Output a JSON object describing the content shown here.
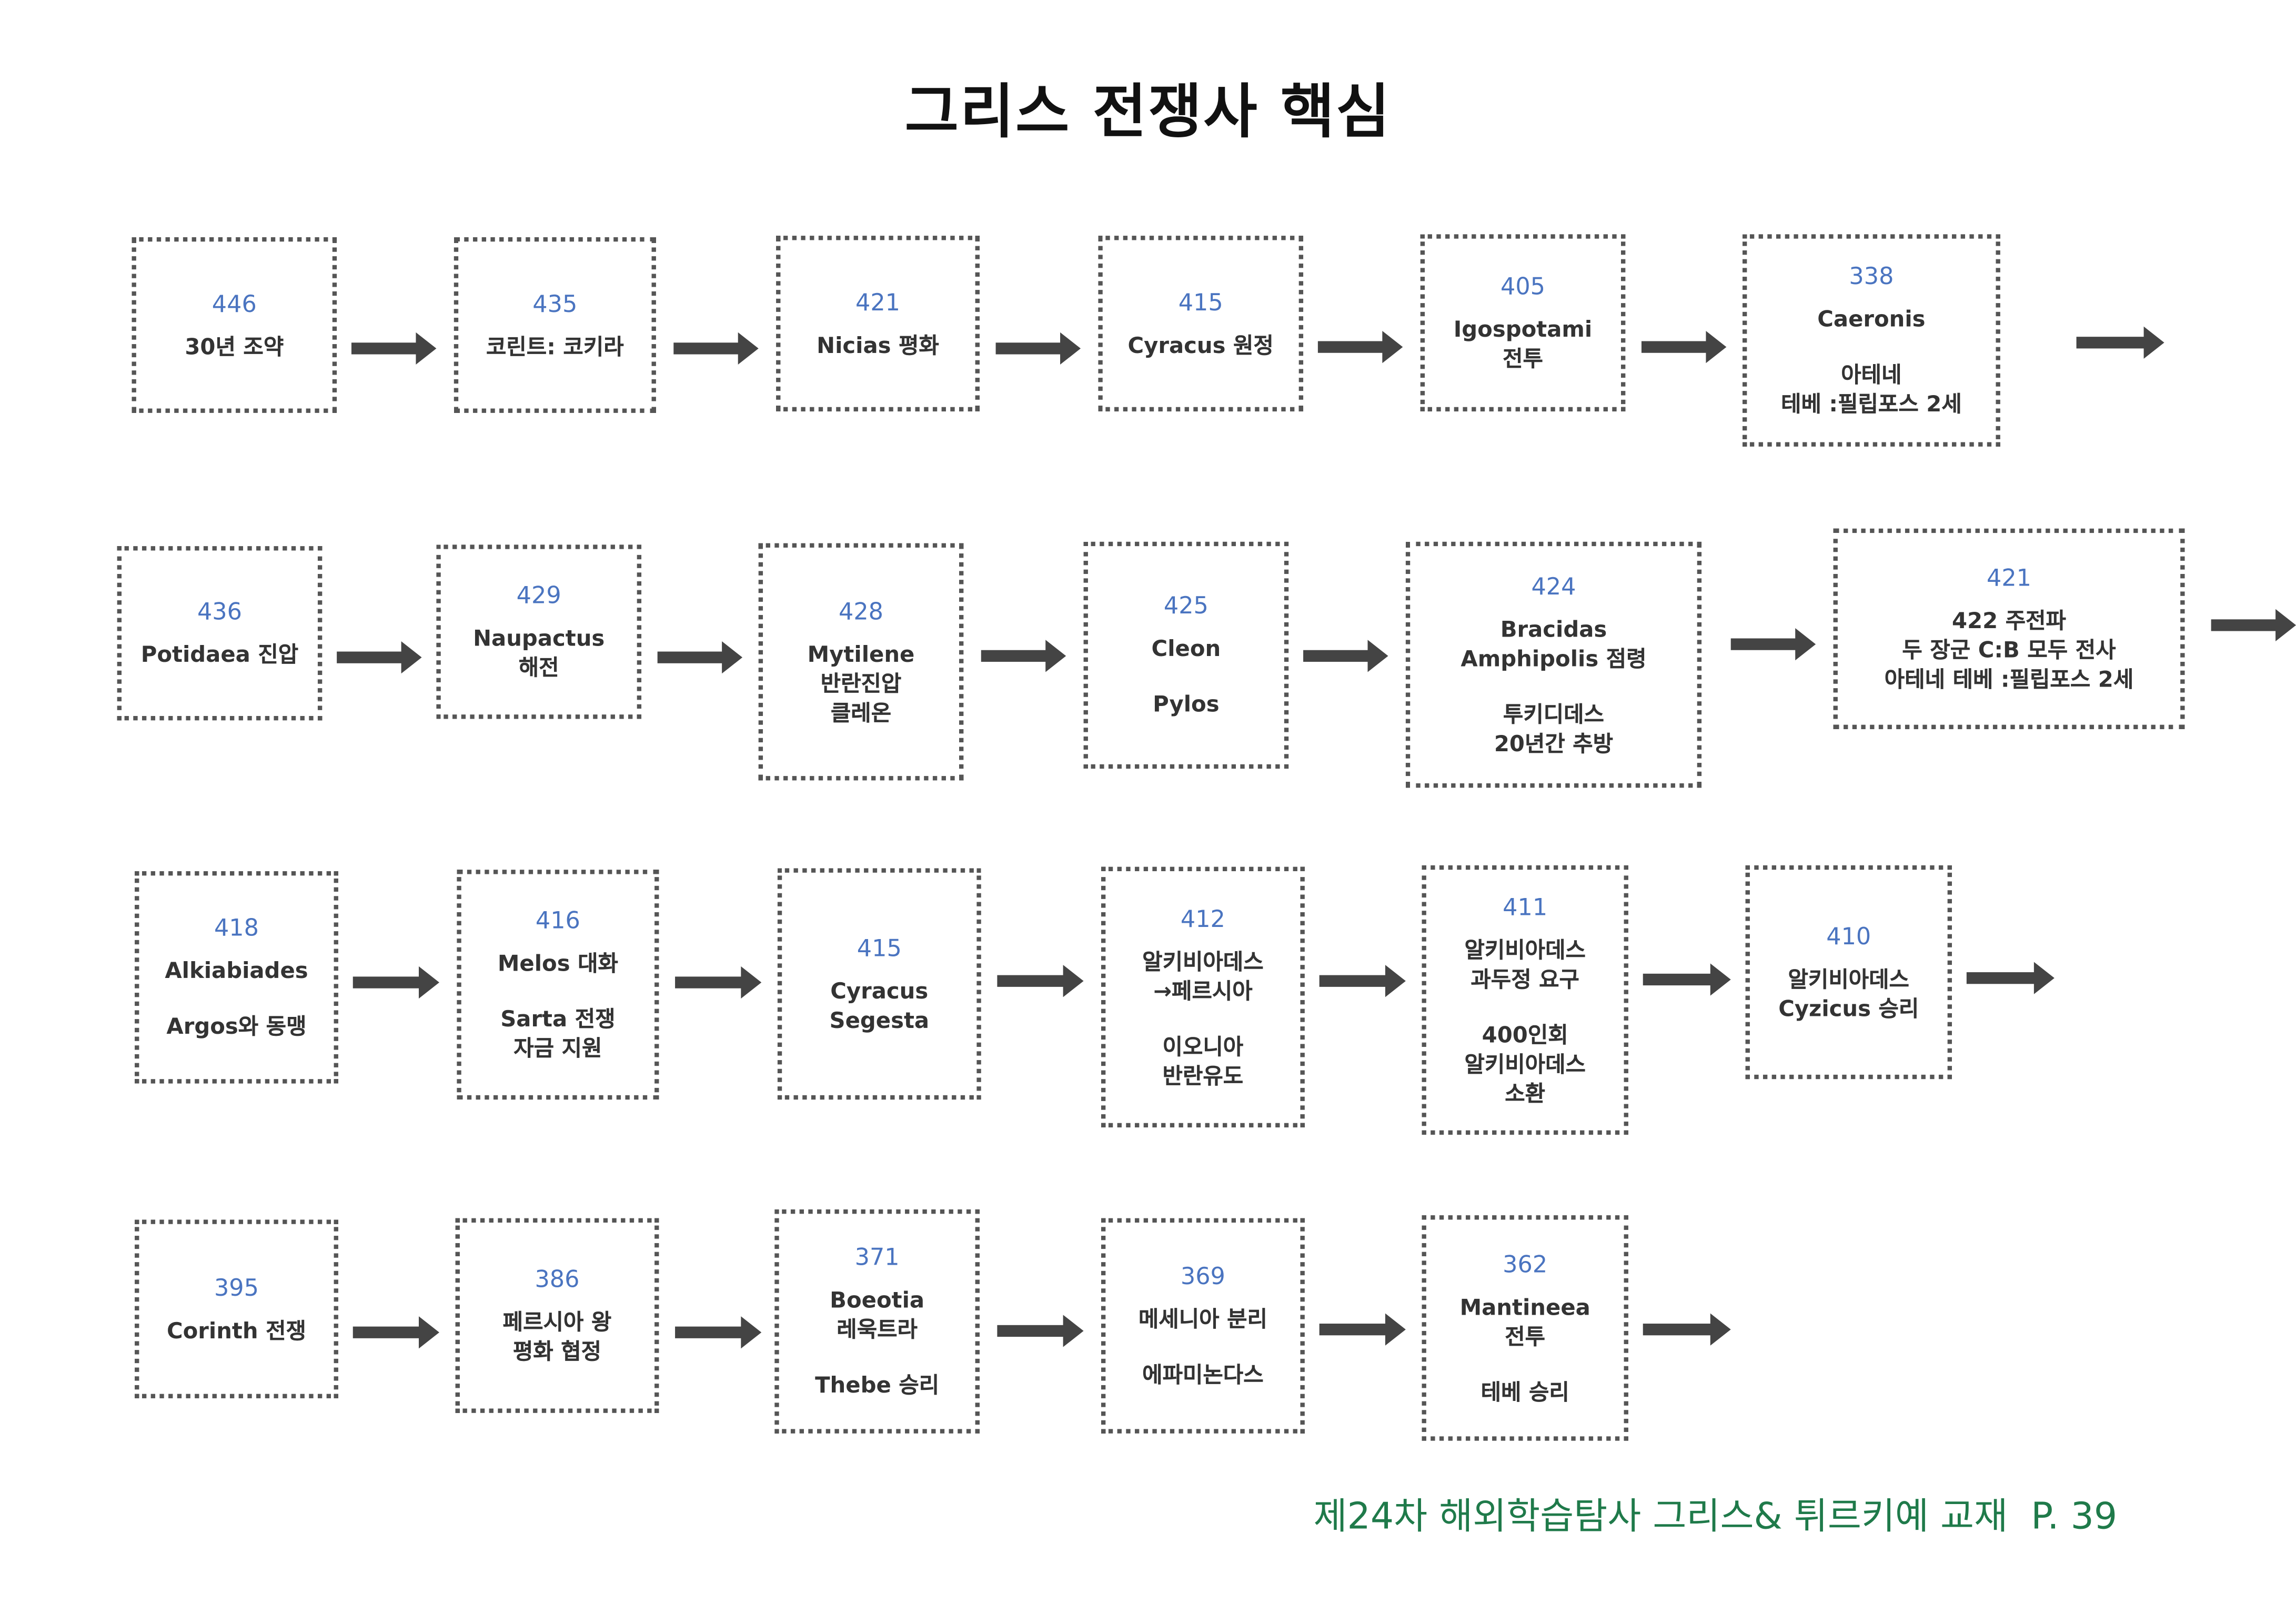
{
  "title": "그리스 전쟁사 핵심",
  "boxes": [
    {
      "year": "446",
      "groups": [
        [
          "30년 조약"
        ]
      ]
    },
    {
      "year": "435",
      "groups": [
        [
          "코린트: 코키라"
        ]
      ]
    },
    {
      "year": "421",
      "groups": [
        [
          "Nicias 평화"
        ]
      ]
    },
    {
      "year": "415",
      "groups": [
        [
          "Cyracus 원정"
        ]
      ]
    },
    {
      "year": "405",
      "groups": [
        [
          "Igospotami",
          "전투"
        ]
      ]
    },
    {
      "year": "338",
      "groups": [
        [
          "Caeronis"
        ],
        [
          "아테네",
          "테베 :필립포스 2세"
        ]
      ]
    },
    {
      "year": "436",
      "groups": [
        [
          "Potidaea 진압"
        ]
      ]
    },
    {
      "year": "429",
      "groups": [
        [
          "Naupactus",
          "해전"
        ]
      ]
    },
    {
      "year": "428",
      "groups": [
        [
          "Mytilene",
          "반란진압",
          "클레온"
        ]
      ]
    },
    {
      "year": "425",
      "groups": [
        [
          "Cleon"
        ],
        [
          "Pylos"
        ]
      ]
    },
    {
      "year": "424",
      "groups": [
        [
          "Bracidas",
          "Amphipolis 점령"
        ],
        [
          "투키디데스",
          "20년간 추방"
        ]
      ]
    },
    {
      "year": "421",
      "groups": [
        [
          "422 주전파",
          "두 장군 C:B 모두 전사",
          "아테네 테베 :필립포스 2세"
        ]
      ]
    },
    {
      "year": "418",
      "groups": [
        [
          "Alkiabiades"
        ],
        [
          "Argos와 동맹"
        ]
      ]
    },
    {
      "year": "416",
      "groups": [
        [
          "Melos 대화"
        ],
        [
          "Sarta 전쟁",
          "자금 지원"
        ]
      ]
    },
    {
      "year": "415",
      "groups": [
        [
          "Cyracus",
          "Segesta"
        ]
      ]
    },
    {
      "year": "412",
      "groups": [
        [
          "알키비아데스",
          "→페르시아"
        ],
        [
          "이오니아",
          "반란유도"
        ]
      ]
    },
    {
      "year": "411",
      "groups": [
        [
          "알키비아데스",
          "과두정 요구"
        ],
        [
          "400인회",
          "알키비아데스",
          "소환"
        ]
      ]
    },
    {
      "year": "410",
      "groups": [
        [
          "알키비아데스",
          "Cyzicus 승리"
        ]
      ]
    },
    {
      "year": "395",
      "groups": [
        [
          "Corinth 전쟁"
        ]
      ]
    },
    {
      "year": "386",
      "groups": [
        [
          "페르시아 왕",
          "평화 협정"
        ]
      ]
    },
    {
      "year": "371",
      "groups": [
        [
          "Boeotia",
          "레욱트라"
        ],
        [
          "Thebe 승리"
        ]
      ]
    },
    {
      "year": "369",
      "groups": [
        [
          "메세니아 분리"
        ],
        [
          "에파미논다스"
        ]
      ]
    },
    {
      "year": "362",
      "groups": [
        [
          "Mantineea",
          "전투"
        ],
        [
          "테베 승리"
        ]
      ]
    }
  ],
  "footer": "제24차 해외학습탐사 그리스& 튀르키예 교재  P. 39",
  "colors": {
    "year": "#4a74c0",
    "footer": "#1f7a4a",
    "arrow": "#444444"
  }
}
